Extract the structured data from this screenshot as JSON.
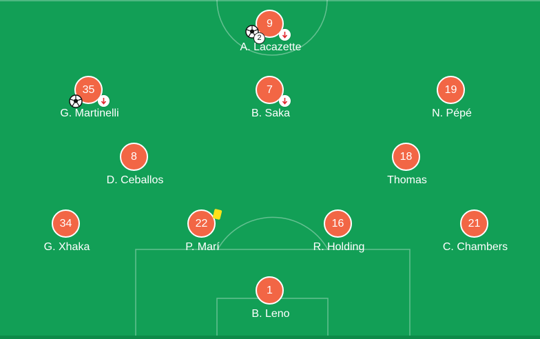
{
  "lineup": {
    "team_color": "#f26645",
    "pitch_color": "#129f56",
    "players": [
      {
        "number": "9",
        "name": "A. Lacazette",
        "goals": "2",
        "subbed_off": true
      },
      {
        "number": "35",
        "name": "G. Martinelli",
        "goals": "",
        "subbed_off": true
      },
      {
        "number": "7",
        "name": "B. Saka",
        "subbed_off": true
      },
      {
        "number": "19",
        "name": "N. Pépé"
      },
      {
        "number": "8",
        "name": "D. Ceballos"
      },
      {
        "number": "18",
        "name": "Thomas"
      },
      {
        "number": "34",
        "name": "G. Xhaka"
      },
      {
        "number": "22",
        "name": "P. Marí",
        "yellow_card": true
      },
      {
        "number": "16",
        "name": "R. Holding"
      },
      {
        "number": "21",
        "name": "C. Chambers"
      },
      {
        "number": "1",
        "name": "B. Leno"
      }
    ]
  }
}
